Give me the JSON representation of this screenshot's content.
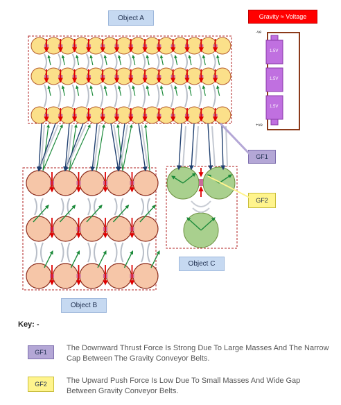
{
  "labels": {
    "object_a": "Object A",
    "object_b": "Object B",
    "object_c": "Object C",
    "gravity_voltage": "Gravity ≈ Voltage",
    "gf1": "GF1",
    "gf2": "GF2",
    "neg": "-ve",
    "pos": "+ve",
    "battery_cells": [
      "1.5V",
      "1.5V",
      "1.5V"
    ]
  },
  "key": {
    "title": "Key: -",
    "items": [
      {
        "badge": "GF1",
        "text": "The Downward Thrust Force Is Strong Due To Large Masses And The Narrow Cap Between The Gravity Conveyor Belts."
      },
      {
        "badge": "GF2",
        "text": "The Upward Push Force Is Low Due To Small Masses And Wide Gap Between Gravity Conveyor Belts."
      }
    ]
  },
  "colors": {
    "object_a_fill": "#fbe08a",
    "object_b_fill": "#f6c6a8",
    "object_c_fill": "#a9d08e",
    "arrow_red": "#e00000",
    "arrow_green": "#1b8a3a",
    "belt_blue": "#1f3f6f",
    "battery": "#c070e0"
  }
}
